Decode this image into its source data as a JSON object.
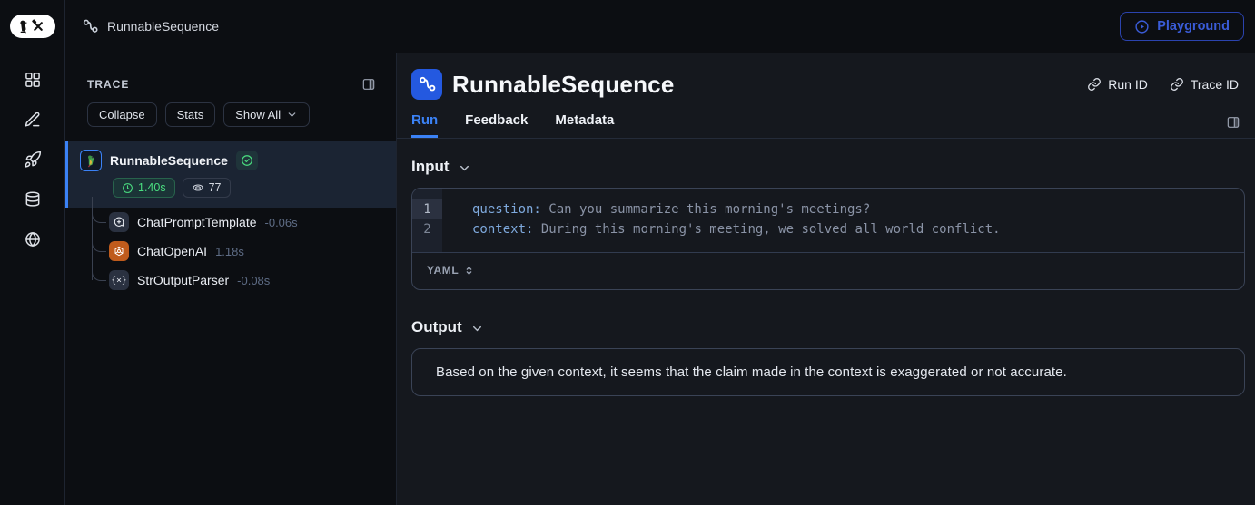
{
  "topbar": {
    "breadcrumb": "RunnableSequence",
    "playground": "Playground"
  },
  "trace": {
    "title": "TRACE",
    "buttons": {
      "collapse": "Collapse",
      "stats": "Stats",
      "show_all": "Show All"
    },
    "root": {
      "name": "RunnableSequence",
      "duration": "1.40s",
      "tokens": "77"
    },
    "children": [
      {
        "name": "ChatPromptTemplate",
        "duration": "-0.06s"
      },
      {
        "name": "ChatOpenAI",
        "duration": "1.18s"
      },
      {
        "name": "StrOutputParser",
        "duration": "-0.08s",
        "icon_text": "{×}"
      }
    ]
  },
  "main": {
    "title": "RunnableSequence",
    "run_id": "Run ID",
    "trace_id": "Trace ID",
    "tabs": [
      {
        "label": "Run"
      },
      {
        "label": "Feedback"
      },
      {
        "label": "Metadata"
      }
    ],
    "input": {
      "heading": "Input",
      "format": "YAML",
      "lines": [
        {
          "num": "1",
          "key": "question:",
          "value": " Can you summarize this morning's meetings?"
        },
        {
          "num": "2",
          "key": "context:",
          "value": " During this morning's meeting, we solved all world conflict."
        }
      ]
    },
    "output": {
      "heading": "Output",
      "text": "Based on the given context, it seems that the claim made in the context is exaggerated or not accurate."
    }
  },
  "icons": {
    "logo": "langsmith-parrot-tools",
    "breadcrumb": "sequence-icon",
    "sidebar": [
      "grid-icon",
      "pencil-icon",
      "rocket-icon",
      "database-icon",
      "globe-icon"
    ],
    "root_node": "parrot-icon",
    "children": [
      "chat-plus-icon",
      "openai-icon",
      "braces-icon"
    ]
  },
  "colors": {
    "accent_blue": "#3b82f6",
    "title_icon_blue": "#2459e0",
    "success_green": "#4ade80",
    "openai_orange": "#bf5b1c",
    "key_blue": "#7ea9dd"
  }
}
